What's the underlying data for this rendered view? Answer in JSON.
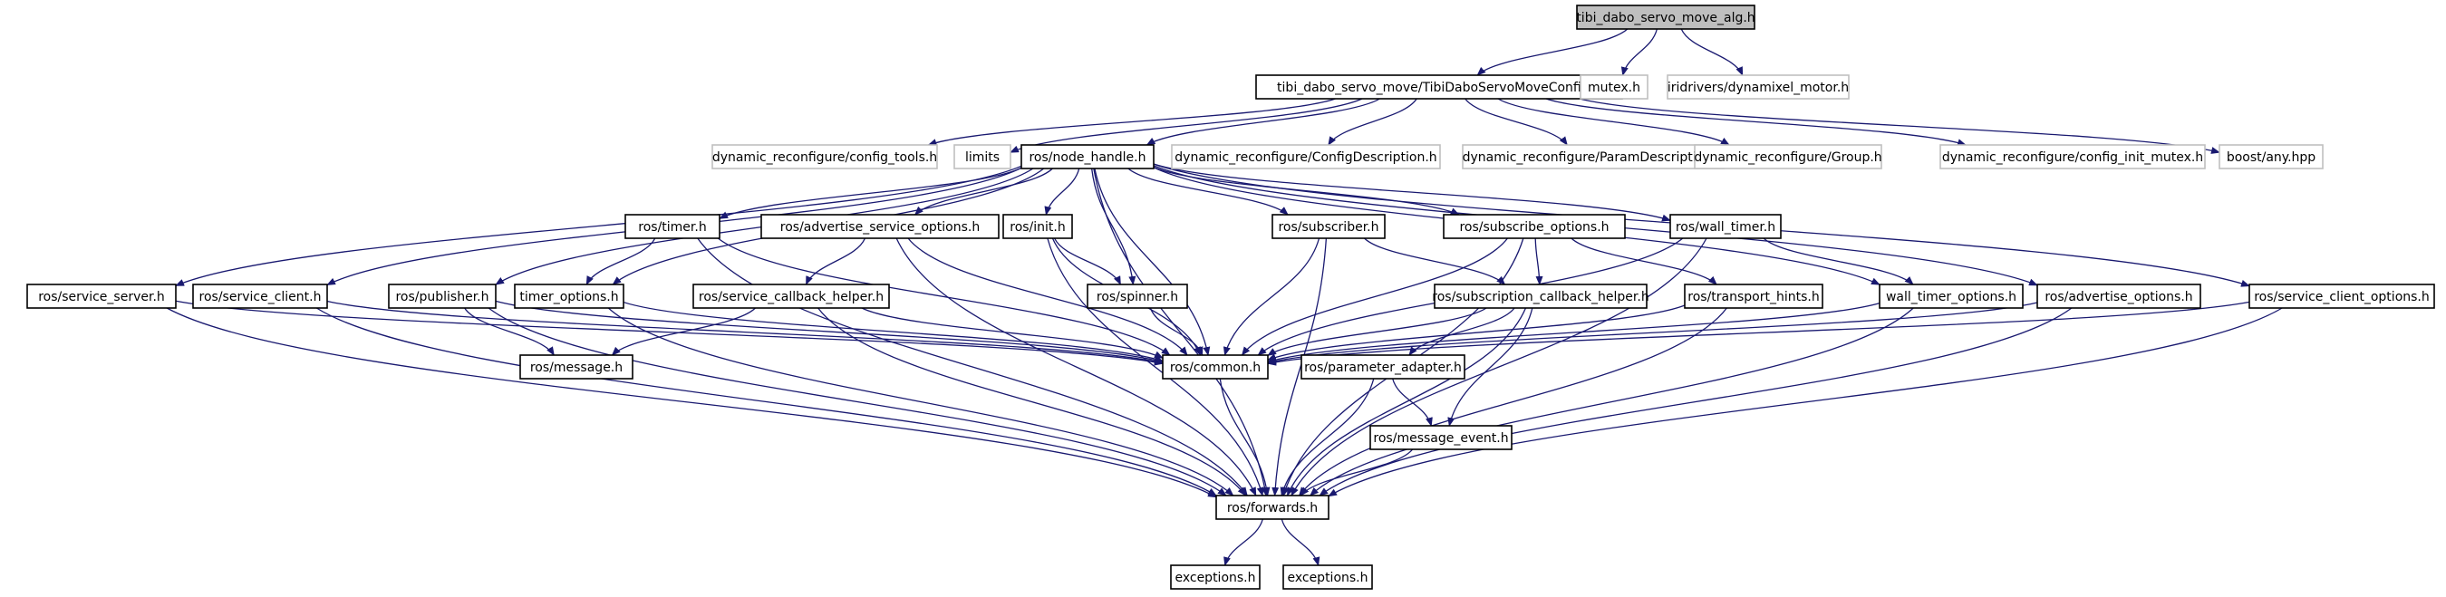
{
  "graph": {
    "root": "tibi_dabo_servo_move_alg.h",
    "edge_color": "#191970",
    "node_border_color": "#000000",
    "external_border_color": "#bfbfbf",
    "root_fill_color": "#bfbfbf",
    "nodes": [
      {
        "id": "root",
        "label": "tibi_dabo_servo_move_alg.h",
        "kind": "root"
      },
      {
        "id": "cfg",
        "label": "tibi_dabo_servo_move/TibiDaboServoMoveConfig.h",
        "kind": "file"
      },
      {
        "id": "mutex",
        "label": "mutex.h",
        "kind": "external"
      },
      {
        "id": "dynmot",
        "label": "iridrivers/dynamixel_motor.h",
        "kind": "external"
      },
      {
        "id": "cfgtools",
        "label": "dynamic_reconfigure/config_tools.h",
        "kind": "external"
      },
      {
        "id": "limits",
        "label": "limits",
        "kind": "external"
      },
      {
        "id": "nh",
        "label": "ros/node_handle.h",
        "kind": "file"
      },
      {
        "id": "cfgdesc",
        "label": "dynamic_reconfigure/ConfigDescription.h",
        "kind": "external"
      },
      {
        "id": "paramdesc",
        "label": "dynamic_reconfigure/ParamDescription.h",
        "kind": "external"
      },
      {
        "id": "group",
        "label": "dynamic_reconfigure/Group.h",
        "kind": "external"
      },
      {
        "id": "initmutex",
        "label": "dynamic_reconfigure/config_init_mutex.h",
        "kind": "external"
      },
      {
        "id": "boostany",
        "label": "boost/any.hpp",
        "kind": "external"
      },
      {
        "id": "timer",
        "label": "ros/timer.h",
        "kind": "file"
      },
      {
        "id": "advsvc",
        "label": "ros/advertise_service_options.h",
        "kind": "file"
      },
      {
        "id": "init",
        "label": "ros/init.h",
        "kind": "file"
      },
      {
        "id": "subscriber",
        "label": "ros/subscriber.h",
        "kind": "file"
      },
      {
        "id": "subopts",
        "label": "ros/subscribe_options.h",
        "kind": "file"
      },
      {
        "id": "walltimer",
        "label": "ros/wall_timer.h",
        "kind": "file"
      },
      {
        "id": "svcserver",
        "label": "ros/service_server.h",
        "kind": "file"
      },
      {
        "id": "svcclient",
        "label": "ros/service_client.h",
        "kind": "file"
      },
      {
        "id": "publisher",
        "label": "ros/publisher.h",
        "kind": "file"
      },
      {
        "id": "timeropts",
        "label": "timer_options.h",
        "kind": "file"
      },
      {
        "id": "svccb",
        "label": "ros/service_callback_helper.h",
        "kind": "file"
      },
      {
        "id": "spinner",
        "label": "ros/spinner.h",
        "kind": "file"
      },
      {
        "id": "subcb",
        "label": "ros/subscription_callback_helper.h",
        "kind": "file"
      },
      {
        "id": "transhints",
        "label": "ros/transport_hints.h",
        "kind": "file"
      },
      {
        "id": "walltimeropts",
        "label": "wall_timer_options.h",
        "kind": "file"
      },
      {
        "id": "advopts",
        "label": "ros/advertise_options.h",
        "kind": "file"
      },
      {
        "id": "svcclientopts",
        "label": "ros/service_client_options.h",
        "kind": "file"
      },
      {
        "id": "message",
        "label": "ros/message.h",
        "kind": "file"
      },
      {
        "id": "common",
        "label": "ros/common.h",
        "kind": "file"
      },
      {
        "id": "paramadapter",
        "label": "ros/parameter_adapter.h",
        "kind": "file"
      },
      {
        "id": "msgevent",
        "label": "ros/message_event.h",
        "kind": "file"
      },
      {
        "id": "forwards",
        "label": "ros/forwards.h",
        "kind": "file"
      },
      {
        "id": "exc1",
        "label": "exceptions.h",
        "kind": "file"
      },
      {
        "id": "exc2",
        "label": "exceptions.h",
        "kind": "file"
      }
    ],
    "edges": [
      [
        "root",
        "cfg"
      ],
      [
        "root",
        "mutex"
      ],
      [
        "root",
        "dynmot"
      ],
      [
        "cfg",
        "cfgtools"
      ],
      [
        "cfg",
        "limits"
      ],
      [
        "cfg",
        "nh"
      ],
      [
        "cfg",
        "cfgdesc"
      ],
      [
        "cfg",
        "paramdesc"
      ],
      [
        "cfg",
        "group"
      ],
      [
        "cfg",
        "initmutex"
      ],
      [
        "cfg",
        "boostany"
      ],
      [
        "nh",
        "forwards"
      ],
      [
        "nh",
        "svcserver"
      ],
      [
        "nh",
        "svcclient"
      ],
      [
        "nh",
        "publisher"
      ],
      [
        "nh",
        "timeropts"
      ],
      [
        "nh",
        "timer"
      ],
      [
        "nh",
        "advsvc"
      ],
      [
        "nh",
        "init"
      ],
      [
        "nh",
        "spinner"
      ],
      [
        "nh",
        "common"
      ],
      [
        "nh",
        "subscriber"
      ],
      [
        "nh",
        "subopts"
      ],
      [
        "nh",
        "walltimer"
      ],
      [
        "nh",
        "walltimeropts"
      ],
      [
        "nh",
        "advopts"
      ],
      [
        "nh",
        "svcclientopts"
      ],
      [
        "timer",
        "timeropts"
      ],
      [
        "timer",
        "common"
      ],
      [
        "timer",
        "forwards"
      ],
      [
        "advsvc",
        "svccb"
      ],
      [
        "advsvc",
        "common"
      ],
      [
        "advsvc",
        "forwards"
      ],
      [
        "init",
        "spinner"
      ],
      [
        "init",
        "common"
      ],
      [
        "init",
        "forwards"
      ],
      [
        "subscriber",
        "subcb"
      ],
      [
        "subscriber",
        "common"
      ],
      [
        "subscriber",
        "forwards"
      ],
      [
        "subopts",
        "subcb"
      ],
      [
        "subopts",
        "transhints"
      ],
      [
        "subopts",
        "common"
      ],
      [
        "subopts",
        "forwards"
      ],
      [
        "walltimer",
        "walltimeropts"
      ],
      [
        "walltimer",
        "common"
      ],
      [
        "walltimer",
        "forwards"
      ],
      [
        "svcserver",
        "common"
      ],
      [
        "svcserver",
        "forwards"
      ],
      [
        "svcclient",
        "common"
      ],
      [
        "svcclient",
        "forwards"
      ],
      [
        "publisher",
        "message"
      ],
      [
        "publisher",
        "common"
      ],
      [
        "publisher",
        "forwards"
      ],
      [
        "timeropts",
        "common"
      ],
      [
        "timeropts",
        "forwards"
      ],
      [
        "svccb",
        "message"
      ],
      [
        "svccb",
        "common"
      ],
      [
        "svccb",
        "forwards"
      ],
      [
        "spinner",
        "common"
      ],
      [
        "subcb",
        "common"
      ],
      [
        "subcb",
        "paramadapter"
      ],
      [
        "subcb",
        "msgevent"
      ],
      [
        "subcb",
        "forwards"
      ],
      [
        "transhints",
        "common"
      ],
      [
        "transhints",
        "forwards"
      ],
      [
        "walltimeropts",
        "common"
      ],
      [
        "walltimeropts",
        "forwards"
      ],
      [
        "advopts",
        "common"
      ],
      [
        "advopts",
        "forwards"
      ],
      [
        "svcclientopts",
        "common"
      ],
      [
        "svcclientopts",
        "forwards"
      ],
      [
        "common",
        "forwards"
      ],
      [
        "paramadapter",
        "msgevent"
      ],
      [
        "paramadapter",
        "forwards"
      ],
      [
        "msgevent",
        "forwards"
      ],
      [
        "forwards",
        "exc1"
      ],
      [
        "forwards",
        "exc2"
      ]
    ]
  }
}
